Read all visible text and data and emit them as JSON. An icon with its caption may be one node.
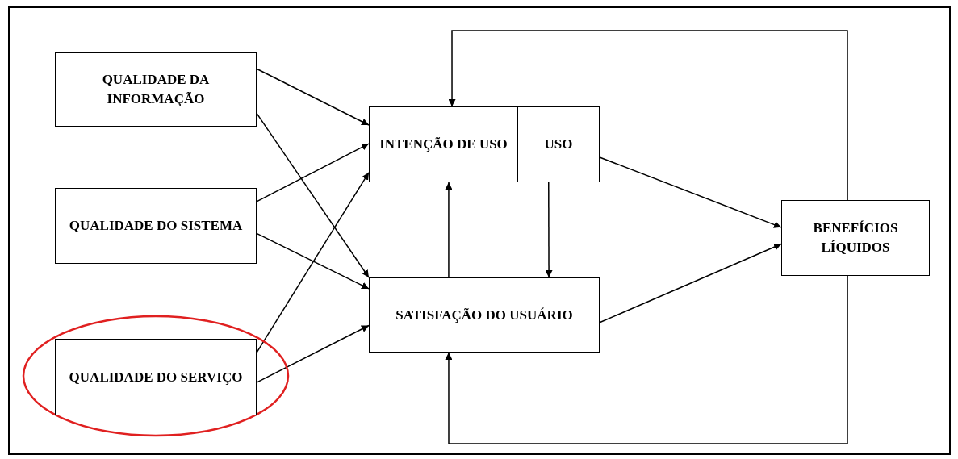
{
  "diagram": {
    "nodes": [
      {
        "text": [
          "QUALIDADE DA INFORMAÇÃO"
        ]
      },
      {
        "text": [
          "QUALIDADE DO SISTEMA"
        ]
      },
      {
        "text": [
          "QUALIDADE DO SERVIÇO"
        ]
      },
      {
        "text": [
          "INTENÇÃO DE USO"
        ]
      },
      {
        "text": [
          "USO"
        ]
      },
      {
        "text": [
          "SATISFAÇÃO DO USUÁRIO"
        ]
      },
      {
        "text": [
          "BENEFÍCIOS LÍQUIDOS"
        ]
      }
    ],
    "edges": [
      {
        "from": 0,
        "to": 3,
        "arrow": "to"
      },
      {
        "from": 0,
        "to": 5,
        "arrow": "to"
      },
      {
        "from": 1,
        "to": 3,
        "arrow": "to"
      },
      {
        "from": 1,
        "to": 5,
        "arrow": "to"
      },
      {
        "from": 2,
        "to": 3,
        "arrow": "to"
      },
      {
        "from": 2,
        "to": 5,
        "arrow": "to"
      },
      {
        "from": 5,
        "to": 3,
        "arrow": "to"
      },
      {
        "from": 4,
        "to": 5,
        "arrow": "to"
      },
      {
        "from": 4,
        "to": 6,
        "arrow": "to"
      },
      {
        "from": 5,
        "to": 6,
        "arrow": "to"
      },
      {
        "from": 6,
        "to": 3,
        "arrow": "to"
      },
      {
        "from": 6,
        "to": 5,
        "arrow": "to"
      }
    ]
  }
}
